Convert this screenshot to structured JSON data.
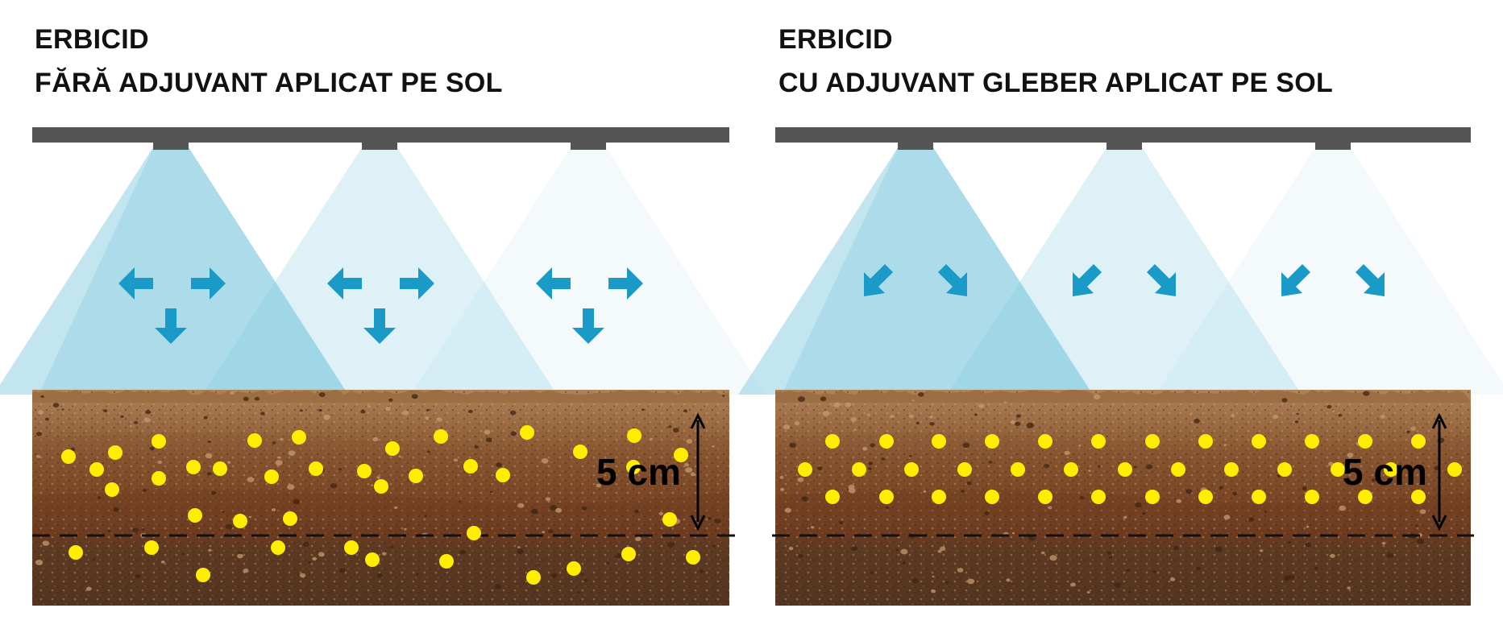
{
  "panels": [
    {
      "title1": "ERBICID",
      "title2": "FĂRĂ ADJUVANT APLICAT PE SOL",
      "depth_label": "5 cm",
      "arrow_mode": "spread"
    },
    {
      "title1": "ERBICID",
      "title2": "CU ADJUVANT GLEBER APLICAT PE SOL",
      "depth_label": "5 cm",
      "arrow_mode": "converge"
    }
  ],
  "colors": {
    "boom": "#555555",
    "spray": "#8fcfe2",
    "arrow": "#1a9ac6",
    "soil_top": "#a87a50",
    "soil_mid": "#7b4a28",
    "soil_low": "#6a3e22",
    "soil_bottom": "#5a3a22",
    "dot": "#ffee00",
    "dash": "#111111"
  }
}
